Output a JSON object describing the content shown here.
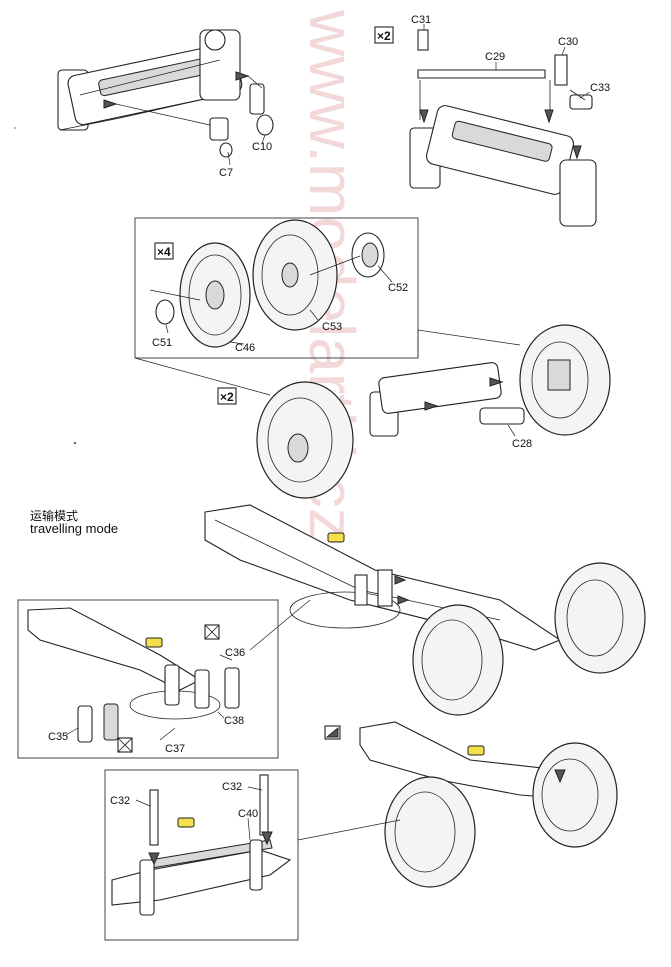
{
  "watermark": "www.modelartkl.cz",
  "labels": {
    "c7": "C7",
    "c10": "C10",
    "c31": "C31",
    "c29": "C29",
    "c30": "C30",
    "c33": "C33",
    "c52": "C52",
    "c53": "C53",
    "c51": "C51",
    "c46": "C46",
    "c28": "C28",
    "c36": "C36",
    "c38": "C38",
    "c35": "C35",
    "c37": "C37",
    "c32a": "C32",
    "c32b": "C32",
    "c40": "C40"
  },
  "multipliers": {
    "top_right": "×2",
    "wheel_inset": "×4",
    "wheel_lower": "×2"
  },
  "mode": {
    "zh": "运输模式",
    "en": "travelling mode"
  },
  "icons": [
    "cross-box-icon",
    "paint-triangle-icon"
  ]
}
